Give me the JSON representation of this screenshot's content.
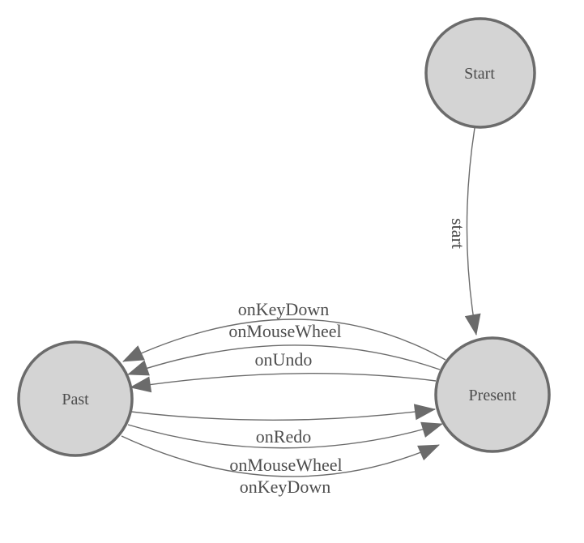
{
  "diagram": {
    "type": "state-machine",
    "background_color": "#ffffff",
    "colors": {
      "node_fill": "#d4d4d4",
      "node_stroke": "#6b6b6b",
      "edge_stroke": "#6b6b6b",
      "arrow_fill": "#6b6b6b",
      "text": "#4d4d4d"
    },
    "nodes": [
      {
        "id": "start",
        "label": "Start"
      },
      {
        "id": "present",
        "label": "Present"
      },
      {
        "id": "past",
        "label": "Past"
      }
    ],
    "edges": [
      {
        "from": "Start",
        "to": "Present",
        "label": "start"
      },
      {
        "from": "Present",
        "to": "Past",
        "label": "onKeyDown"
      },
      {
        "from": "Present",
        "to": "Past",
        "label": "onMouseWheel"
      },
      {
        "from": "Present",
        "to": "Past",
        "label": "onUndo"
      },
      {
        "from": "Past",
        "to": "Present",
        "label": "onRedo"
      },
      {
        "from": "Past",
        "to": "Present",
        "label": "onMouseWheel"
      },
      {
        "from": "Past",
        "to": "Present",
        "label": "onKeyDown"
      }
    ]
  }
}
